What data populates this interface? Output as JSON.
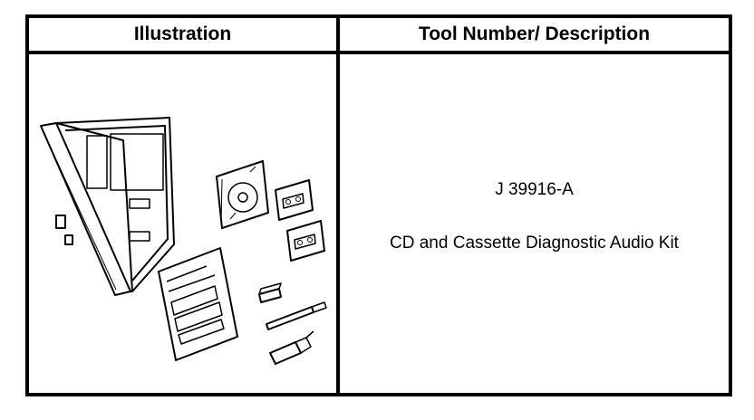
{
  "table": {
    "header": {
      "illustration": "Illustration",
      "tool_number_description": "Tool Number/ Description"
    },
    "rows": [
      {
        "illustration_icon": "diagnostic-audio-kit-illustration",
        "tool_number": "J 39916-A",
        "description": "CD and Cassette Diagnostic Audio Kit"
      }
    ]
  }
}
